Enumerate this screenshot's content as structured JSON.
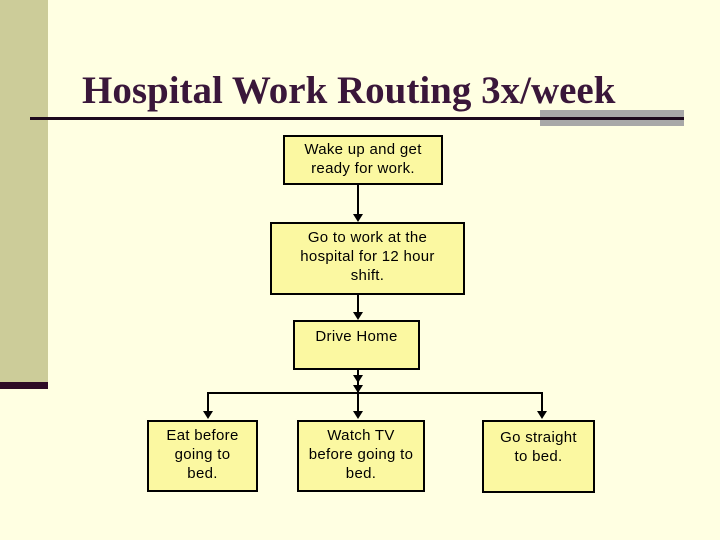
{
  "slide": {
    "title": "Hospital Work Routing 3x/week"
  },
  "colors": {
    "background": "#FFFFE2",
    "sidebar_olive": "#CCCC99",
    "sidebar_accent_maroon": "#2E0B26",
    "title_text": "#3A173A",
    "rule_line": "#1E0A1E",
    "rule_accent_gray": "#A8A8A8",
    "node_fill": "#FBF8A1",
    "node_border": "#000000",
    "node_text": "#000000",
    "connector": "#000000"
  },
  "flowchart": {
    "nodes": [
      {
        "id": "wake-up",
        "label": "Wake up and get\nready for work."
      },
      {
        "id": "go-to-work",
        "label": "Go to work at the\nhospital for 12 hour\nshift."
      },
      {
        "id": "drive-home",
        "label": "Drive Home"
      },
      {
        "id": "eat-before-bed",
        "label": "Eat before\ngoing to\nbed."
      },
      {
        "id": "watch-tv",
        "label": "Watch TV\nbefore going to\nbed."
      },
      {
        "id": "straight-to-bed",
        "label": "Go straight\nto bed."
      }
    ],
    "edges": [
      {
        "from": "wake-up",
        "to": "go-to-work"
      },
      {
        "from": "go-to-work",
        "to": "drive-home"
      },
      {
        "from": "drive-home",
        "to": "eat-before-bed"
      },
      {
        "from": "drive-home",
        "to": "watch-tv"
      },
      {
        "from": "drive-home",
        "to": "straight-to-bed"
      }
    ]
  }
}
